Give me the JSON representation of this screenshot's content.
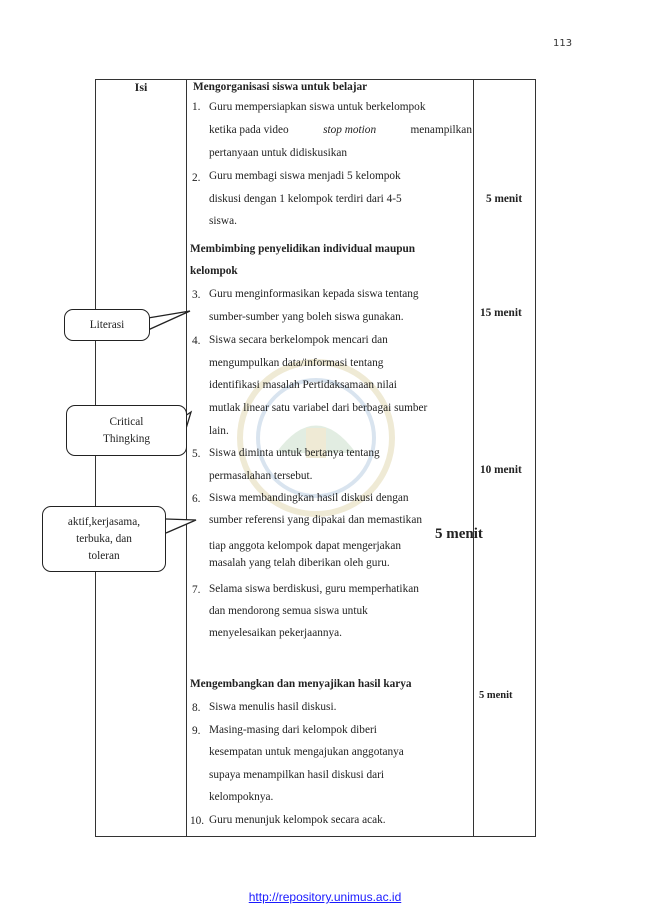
{
  "page_number": "113",
  "column_label": "Isi",
  "sections": {
    "s1_title": "Mengorganisasi siswa untuk belajar",
    "s2_title_a": "Membimbing penyelidikan individual maupun",
    "s2_title_b": "kelompok",
    "s3_title": "Mengembangkan dan menyajikan hasil karya"
  },
  "items": {
    "n1": "1.",
    "n2": "2.",
    "n3": "3.",
    "n4": "4.",
    "n5": "5.",
    "n6": "6.",
    "n7": "7.",
    "n8": "8.",
    "n9": "9.",
    "n10": "10.",
    "i1_l1": "Guru mempersiapkan siswa untuk berkelompok",
    "i1_l2a": "ketika pada video",
    "i1_l2b": "stop motion",
    "i1_l2c": "menampilkan",
    "i1_l3": "pertanyaan untuk didiskusikan",
    "i2_l1": "Guru membagi siswa menjadi 5 kelompok",
    "i2_l2": "diskusi dengan 1 kelompok terdiri   dari   4-5",
    "i2_l3": "siswa.",
    "i3_l1": "Guru menginformasikan kepada  siswa tentang",
    "i3_l2": "sumber-sumber yang boleh siswa gunakan.",
    "i4_l1": "Siswa    secara    berkelompok    mencari    dan",
    "i4_l2": "mengumpulkan        data/informasi        tentang",
    "i4_l3": "identifikasi    masalah  Pertidaksamaan     nilai",
    "i4_l4": "mutlak linear satu variabel dari berbagai sumber",
    "i4_l5": "lain.",
    "i5_l1": "Siswa      diminta      untuk      bertanya      tentang",
    "i5_l2": "permasalahan tersebut.",
    "i6_l1": "Siswa  membandingkan  hasil  diskusi  dengan",
    "i6_l2": "sumber referensi yang dipakai dan memastikan",
    "i6_l3": "tiap anggota kelompok dapat mengerjakan",
    "i6_l4": "masalah yang telah diberikan oleh guru.",
    "i7_l1": "Selama siswa berdiskusi, guru memperhatikan",
    "i7_l2": "dan mendorong semua siswa untuk",
    "i7_l3": "menyelesaikan pekerjaannya.",
    "i8_l1": "Siswa menulis hasil diskusi.",
    "i9_l1": "Masing-masing      dari      kelompok      diberi",
    "i9_l2": "kesempatan   untuk   mengajukan   anggotanya",
    "i9_l3": "supaya      menampilkan      hasil      diskusi      dari",
    "i9_l4": "kelompoknya.",
    "i10_l1": "Guru menunjuk kelompok secara acak."
  },
  "times": {
    "t1": "5 menit",
    "t2": "15 menit",
    "t3": "10 menit",
    "t4": "5 menit",
    "t5": "5 menit"
  },
  "callouts": {
    "c1": "Literasi",
    "c2a": "Critical",
    "c2b": "Thingking",
    "c3a": "aktif,kerjasama,",
    "c3b": "terbuka, dan",
    "c3c": "toleran"
  },
  "footer_link": "http://repository.unimus.ac.id",
  "colors": {
    "link": "#1a1aff",
    "watermark": "#c9b56a"
  }
}
